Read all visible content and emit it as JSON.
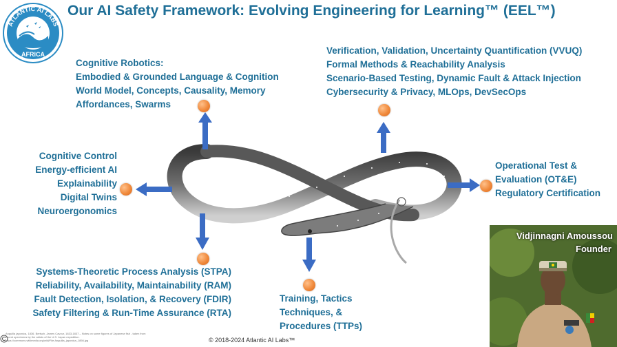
{
  "title": "Our AI Safety Framework: Evolving Engineering for Learning™ (EEL™)",
  "logo": {
    "top_text": "ATLANTIC AI LABS",
    "bottom_text": "AFRICA"
  },
  "blocks": {
    "cognitive_robotics": [
      "Cognitive Robotics:",
      "Embodied & Grounded Language & Cognition",
      "World Model, Concepts, Causality, Memory",
      "Affordances, Swarms"
    ],
    "vvuq": [
      "Verification, Validation, Uncertainty Quantification (VVUQ)",
      "Formal Methods & Reachability Analysis",
      "Scenario-Based Testing, Dynamic Fault & Attack Injection",
      "Cybersecurity & Privacy, MLOps, DevSecOps"
    ],
    "cognitive_control": [
      "Cognitive Control",
      "Energy-efficient AI",
      "Explainability",
      "Digital Twins",
      "Neuroergonomics"
    ],
    "operational_test": [
      "Operational Test &",
      "Evaluation (OT&E)",
      "Regulatory Certification"
    ],
    "stpa": [
      "Systems-Theoretic Process Analysis (STPA)",
      "Reliability, Availability, Maintainability (RAM)",
      "Fault Detection, Isolation, & Recovery (FDIR)",
      "Safety Filtering & Run-Time Assurance (RTA)"
    ],
    "training": [
      "Training, Tactics",
      "Techniques, &",
      "Procedures (TTPs)"
    ]
  },
  "founder": {
    "name": "Vidjinnagni Amoussou",
    "role": "Founder"
  },
  "copyright": "© 2018-2024 Atlantic AI Labs™",
  "credit": "Anguilla japonica, 1836. Bertsch, James Cavour, 1833-1837 – Notes on some figures of Japanese fish - taken from recent specimens by the artists of the U.S. Japan expedition. https://commons.wikimedia.org/wiki/File:Anguilla_japonica_1856.jpg",
  "colors": {
    "text": "#1f6f97",
    "arrow": "#3b6cc4",
    "node": "#f08a3c"
  }
}
